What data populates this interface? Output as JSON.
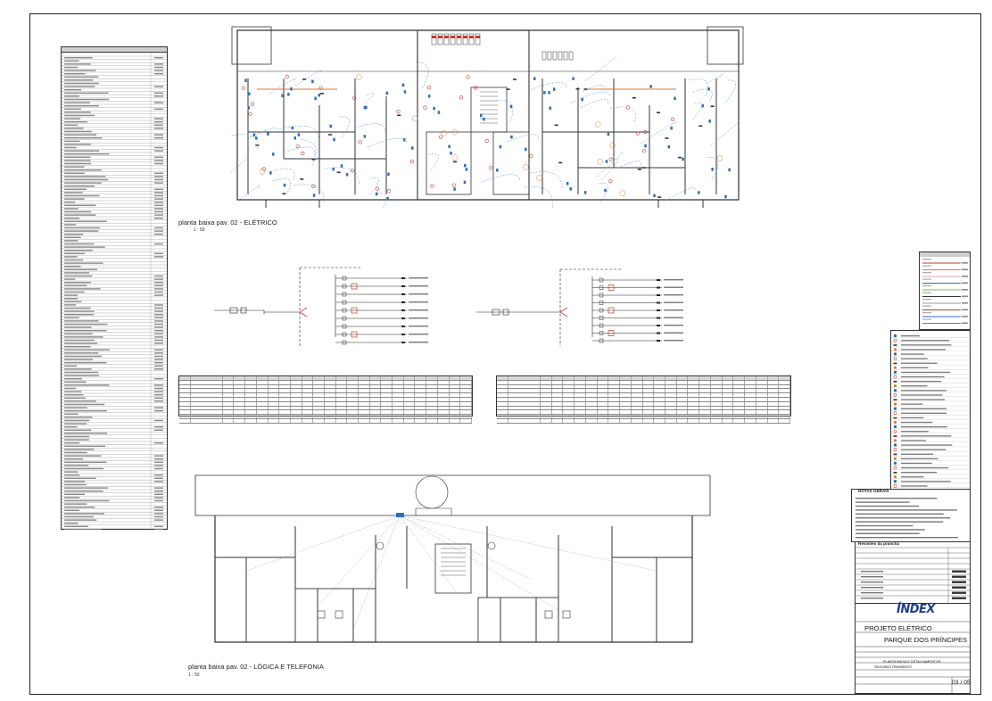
{
  "drawings": [
    {
      "id": "electrical",
      "title": "planta baixa pav. 02 -   ELÉTRICO",
      "scale": "1 : 50"
    },
    {
      "id": "logic",
      "title": "planta baixa pav. 02 - LÓGICA E TELEFONIA",
      "scale": "1 : 50"
    }
  ],
  "notes_title": "NOTAS GERAIS",
  "revisions_title": "Revisões da prancha",
  "title_block": {
    "company": "ÍNDEX",
    "project_type": "PROJETO ELÉTRICO",
    "project_name": "PARQUE DOS PRÍNCIPES",
    "drawing_content": "PLANTA BAIXA E DETALHAMENTOS",
    "floor": "SEGUNDO PAVIMENTO",
    "sheet": "03 / 05"
  },
  "colors": {
    "line": "#333333",
    "blue_device": "#2f6fb5",
    "red_device": "#c43a2a",
    "orange_circuit": "#e07a2a",
    "dashed_conduit": "#4a8fd0",
    "logo_blue": "#1f3e8c"
  }
}
